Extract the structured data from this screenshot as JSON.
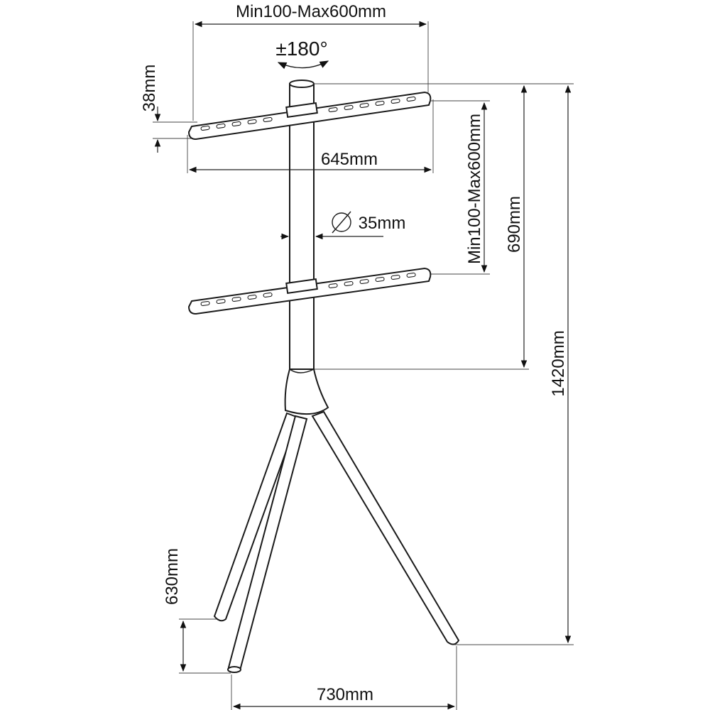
{
  "dimensions": {
    "vesa_width_top": "Min100-Max600mm",
    "rotation": "±180°",
    "bracket_height": "38mm",
    "bracket_length": "645mm",
    "vesa_height_side": "Min100-Max600mm",
    "pole_diameter": "35mm",
    "adjust_height": "690mm",
    "total_height": "1420mm",
    "leg_height": "630mm",
    "base_width": "730mm"
  },
  "colors": {
    "line": "#1a1a1a",
    "background": "#ffffff"
  }
}
